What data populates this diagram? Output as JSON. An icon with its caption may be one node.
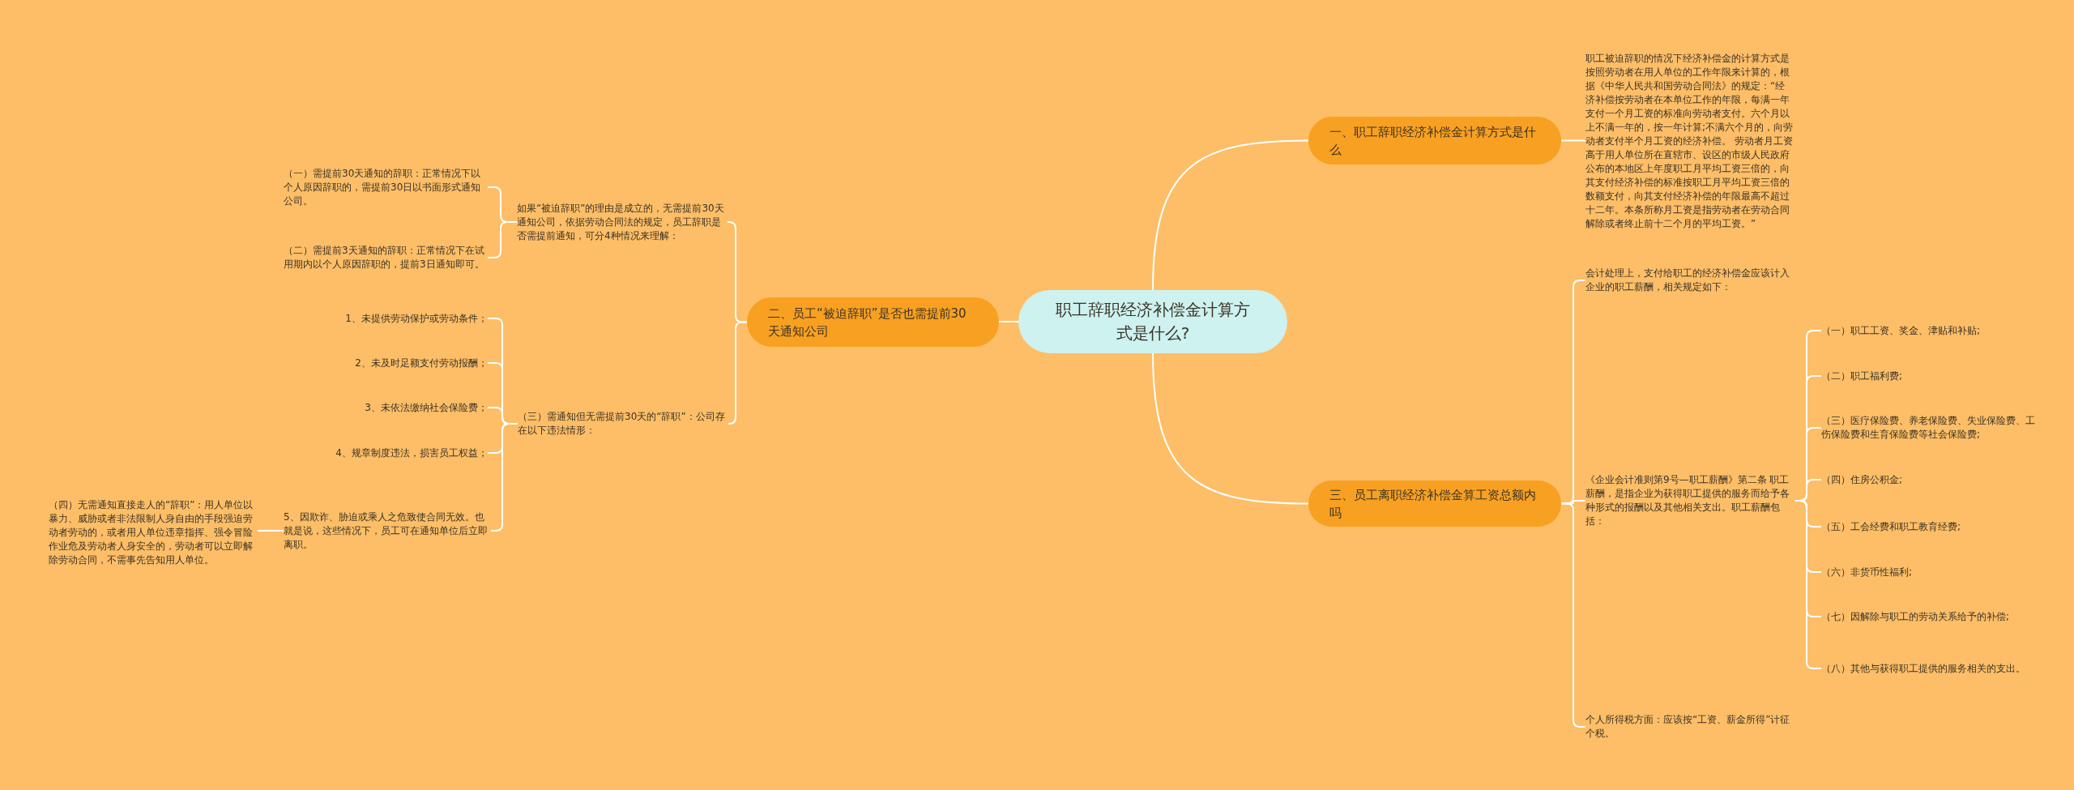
{
  "diagram": {
    "nodes": [
      {
        "text": [
          "职工辞职经济补偿金计算方式是什么?"
        ]
      },
      {
        "text": [
          "一、职工辞职经济补偿金计算方式是什么"
        ]
      },
      {
        "text": [
          "二、员工“被迫辞职”是否也需提前30天通知公司"
        ]
      },
      {
        "text": [
          "三、员工离职经济补偿金算工资总额内吗"
        ]
      },
      {
        "text": [
          "职工被迫辞职的情况下经济补偿金的计算方式是按照劳动者在用人单位的工作年限来计算的，根据《中华人民共和国劳动合同法》的规定：“经济补偿按劳动者在本单位工作的年限，每满一年支付一个月工资的标准向劳动者支付。六个月以上不满一年的，按一年计算;不满六个月的，向劳动者支付半个月工资的经济补偿。 劳动者月工资高于用人单位所在直辖市、设区的市级人民政府公布的本地区上年度职工月平均工资三倍的，向其支付经济补偿的标准按职工月平均工资三倍的数额支付，向其支付经济补偿的年限最高不超过十二年。本条所称月工资是指劳动者在劳动合同解除或者终止前十二个月的平均工资。”"
        ]
      },
      {
        "text": [
          "如果“被迫辞职”的理由是成立的，无需提前30天通知公司，依据劳动合同法的规定，员工辞职是否需提前通知，可分4种情况来理解："
        ]
      },
      {
        "text": [
          "（一）需提前30天通知的辞职：正常情况下以个人原因辞职的，需提前30日以书面形式通知公司。"
        ]
      },
      {
        "text": [
          "（二）需提前3天通知的辞职：正常情况下在试用期内以个人原因辞职的，提前3日通知即可。"
        ]
      },
      {
        "text": [
          "（三）需通知但无需提前30天的“辞职”：公司存在以下违法情形："
        ]
      },
      {
        "text": [
          "1、未提供劳动保护或劳动条件；"
        ]
      },
      {
        "text": [
          "2、未及时足额支付劳动报酬；"
        ]
      },
      {
        "text": [
          "3、未依法缴纳社会保险费；"
        ]
      },
      {
        "text": [
          "4、规章制度违法，损害员工权益；"
        ]
      },
      {
        "text": [
          "5、因欺诈、胁迫或乘人之危致使合同无效。也就是说，这些情况下，员工可在通知单位后立即离职。"
        ]
      },
      {
        "text": [
          "（四）无需通知直接走人的“辞职”：用人单位以暴力、威胁或者非法限制人身自由的手段强迫劳动者劳动的，或者用人单位违章指挥、强令冒险作业危及劳动者人身安全的，劳动者可以立即解除劳动合同，不需事先告知用人单位。"
        ]
      },
      {
        "text": [
          "会计处理上，支付给职工的经济补偿金应该计入企业的职工薪酬，相关规定如下："
        ]
      },
      {
        "text": [
          "《企业会计准则第9号—职工薪酬》第二条 职工薪酬，是指企业为获得职工提供的服务而给予各种形式的报酬以及其他相关支出。职工薪酬包括："
        ]
      },
      {
        "text": [
          "（一）职工工资、奖金、津贴和补贴;"
        ]
      },
      {
        "text": [
          "（二）职工福利费;"
        ]
      },
      {
        "text": [
          "（三）医疗保险费、养老保险费、失业保险费、工伤保险费和生育保险费等社会保险费;"
        ]
      },
      {
        "text": [
          "（四）住房公积金;"
        ]
      },
      {
        "text": [
          "（五）工会经费和职工教育经费;"
        ]
      },
      {
        "text": [
          "（六）非货币性福利;"
        ]
      },
      {
        "text": [
          "（七）因解除与职工的劳动关系给予的补偿;"
        ]
      },
      {
        "text": [
          "（八）其他与获得职工提供的服务相关的支出。"
        ]
      },
      {
        "text": [
          "个人所得税方面：应该按“工资、薪金所得”计征个税。"
        ]
      }
    ],
    "edges": [
      {
        "from": 0,
        "to": 1,
        "arrow": "none"
      },
      {
        "from": 0,
        "to": 2,
        "arrow": "none"
      },
      {
        "from": 0,
        "to": 3,
        "arrow": "none"
      },
      {
        "from": 1,
        "to": 4,
        "arrow": "none"
      },
      {
        "from": 2,
        "to": 5,
        "arrow": "none"
      },
      {
        "from": 5,
        "to": 6,
        "arrow": "none"
      },
      {
        "from": 5,
        "to": 7,
        "arrow": "none"
      },
      {
        "from": 2,
        "to": 8,
        "arrow": "none"
      },
      {
        "from": 8,
        "to": 9,
        "arrow": "none"
      },
      {
        "from": 8,
        "to": 10,
        "arrow": "none"
      },
      {
        "from": 8,
        "to": 11,
        "arrow": "none"
      },
      {
        "from": 8,
        "to": 12,
        "arrow": "none"
      },
      {
        "from": 8,
        "to": 13,
        "arrow": "none"
      },
      {
        "from": 13,
        "to": 14,
        "arrow": "none"
      },
      {
        "from": 3,
        "to": 15,
        "arrow": "none"
      },
      {
        "from": 3,
        "to": 16,
        "arrow": "none"
      },
      {
        "from": 16,
        "to": 17,
        "arrow": "none"
      },
      {
        "from": 16,
        "to": 18,
        "arrow": "none"
      },
      {
        "from": 16,
        "to": 19,
        "arrow": "none"
      },
      {
        "from": 16,
        "to": 20,
        "arrow": "none"
      },
      {
        "from": 16,
        "to": 21,
        "arrow": "none"
      },
      {
        "from": 16,
        "to": 22,
        "arrow": "none"
      },
      {
        "from": 16,
        "to": 23,
        "arrow": "none"
      },
      {
        "from": 16,
        "to": 24,
        "arrow": "none"
      },
      {
        "from": 3,
        "to": 25,
        "arrow": "none"
      }
    ]
  }
}
